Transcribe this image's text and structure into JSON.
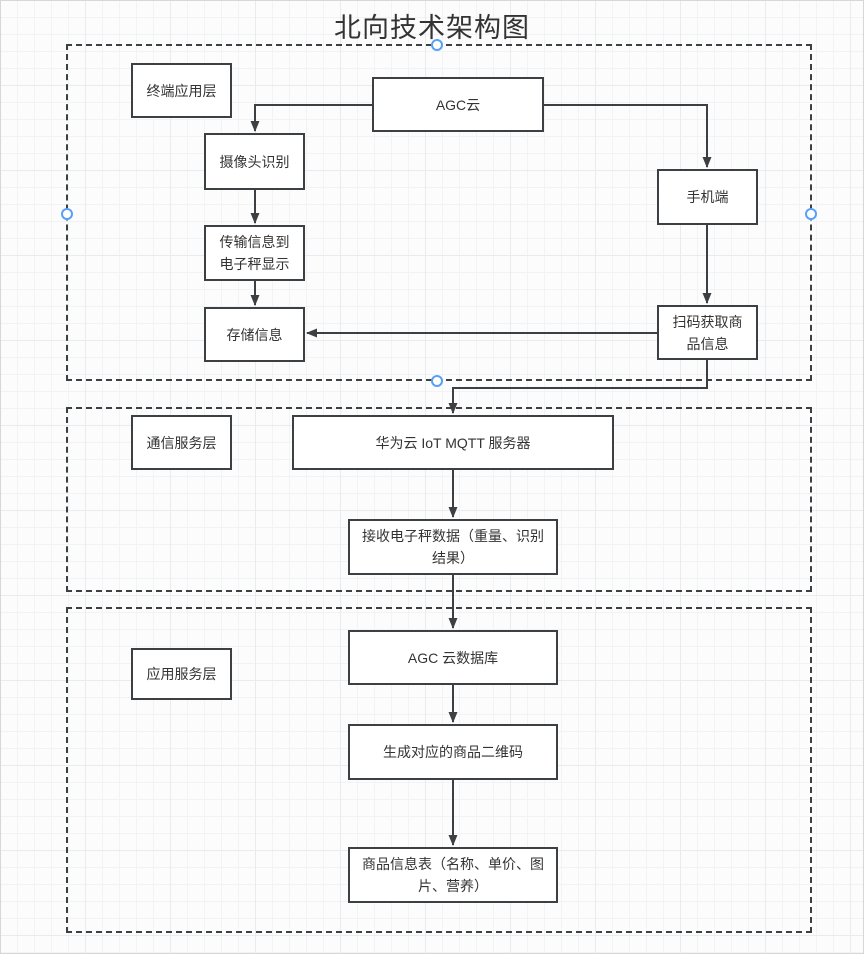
{
  "title": "北向技术架构图",
  "colors": {
    "node_border": "#3c4043",
    "node_fill": "#ffffff",
    "text": "#333333",
    "connector": "#3c4043",
    "container_dash": "#3c4043",
    "handle_stroke": "#57a0f7",
    "handle_fill": "#ffffff",
    "grid_line": "#e9ecee",
    "background": "#fcfcfd"
  },
  "layers": [
    {
      "name": "terminal",
      "label": "终端应用层"
    },
    {
      "name": "communication",
      "label": "通信服务层"
    },
    {
      "name": "application",
      "label": "应用服务层"
    }
  ],
  "nodes": {
    "agc_cloud": "AGC云",
    "camera_recognition": "摄像头识别",
    "phone_client": "手机端",
    "transmit_to_scale_display": "传输信息到电子秤显示",
    "store_info": "存储信息",
    "scan_code_get_product_info": "扫码获取商品信息",
    "huawei_iot_mqtt_server": "华为云 IoT MQTT 服务器",
    "receive_scale_data": "接收电子秤数据（重量、识别结果）",
    "agc_cloud_database": "AGC 云数据库",
    "generate_product_qrcode": "生成对应的商品二维码",
    "product_info_table": "商品信息表（名称、单价、图片、营养）"
  },
  "edges": [
    {
      "from": "agc_cloud",
      "to": "camera_recognition"
    },
    {
      "from": "agc_cloud",
      "to": "phone_client"
    },
    {
      "from": "camera_recognition",
      "to": "transmit_to_scale_display"
    },
    {
      "from": "transmit_to_scale_display",
      "to": "store_info"
    },
    {
      "from": "phone_client",
      "to": "scan_code_get_product_info"
    },
    {
      "from": "scan_code_get_product_info",
      "to": "store_info"
    },
    {
      "from": "scan_code_get_product_info",
      "to": "huawei_iot_mqtt_server"
    },
    {
      "from": "huawei_iot_mqtt_server",
      "to": "receive_scale_data"
    },
    {
      "from": "receive_scale_data",
      "to": "agc_cloud_database"
    },
    {
      "from": "agc_cloud_database",
      "to": "generate_product_qrcode"
    },
    {
      "from": "generate_product_qrcode",
      "to": "product_info_table"
    }
  ]
}
